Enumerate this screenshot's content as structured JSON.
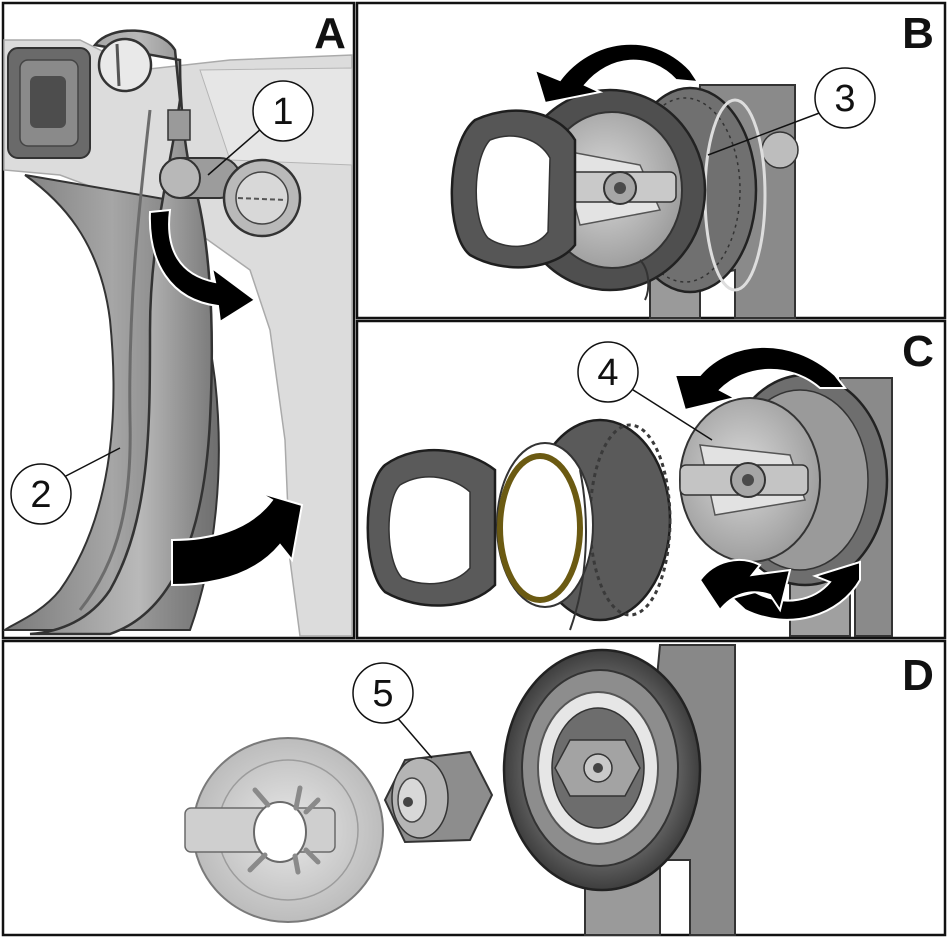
{
  "panels": [
    {
      "letter": "A"
    },
    {
      "letter": "B"
    },
    {
      "letter": "C"
    },
    {
      "letter": "D"
    }
  ],
  "callouts": [
    "1",
    "2",
    "3",
    "4",
    "5"
  ],
  "colors": {
    "metal_dark": "#5a5a5a",
    "metal_mid": "#8a8a8a",
    "metal_light": "#bdbdbd",
    "metal_pale": "#d6d6d6",
    "arrow": "#000000",
    "seal": "#6b5a12",
    "panel_a_bg": "#eeeeee"
  },
  "icons": [
    "rotation-arrow-icon",
    "curved-arrow-icon"
  ]
}
